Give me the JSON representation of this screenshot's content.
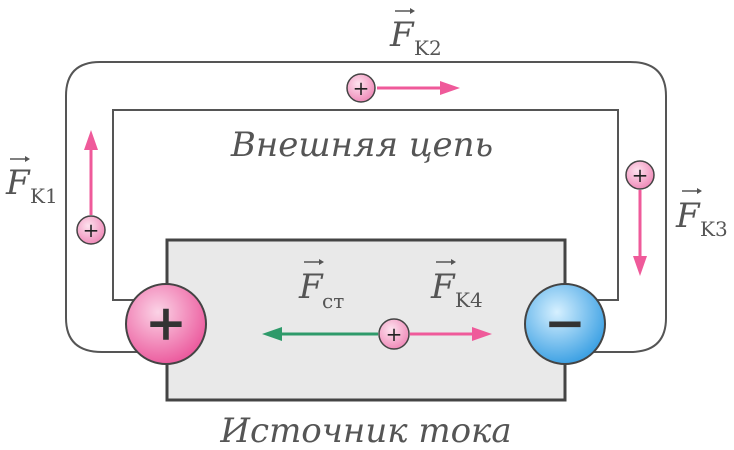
{
  "labels": {
    "external_circuit": "Внешняя цепь",
    "current_source": "Источник тока"
  },
  "forces": {
    "k1": {
      "symbol": "F",
      "subscript": "K1"
    },
    "k2": {
      "symbol": "F",
      "subscript": "K2"
    },
    "k3": {
      "symbol": "F",
      "subscript": "K3"
    },
    "k4": {
      "symbol": "F",
      "subscript": "K4"
    },
    "st": {
      "symbol": "F",
      "subscript": "ст"
    }
  },
  "terminals": {
    "positive": "+",
    "negative": "−"
  },
  "charge_sign": "+",
  "colors": {
    "wire_stroke": "#555555",
    "box_fill": "#e9e9e9",
    "box_stroke": "#444444",
    "coulomb_arrow": "#ef5a9a",
    "external_arrow": "#2e9a6a",
    "charge_fill": "#f4a6c8",
    "positive_terminal": "#ef6aa5",
    "negative_terminal": "#5ab4ec",
    "text": "#555555"
  }
}
